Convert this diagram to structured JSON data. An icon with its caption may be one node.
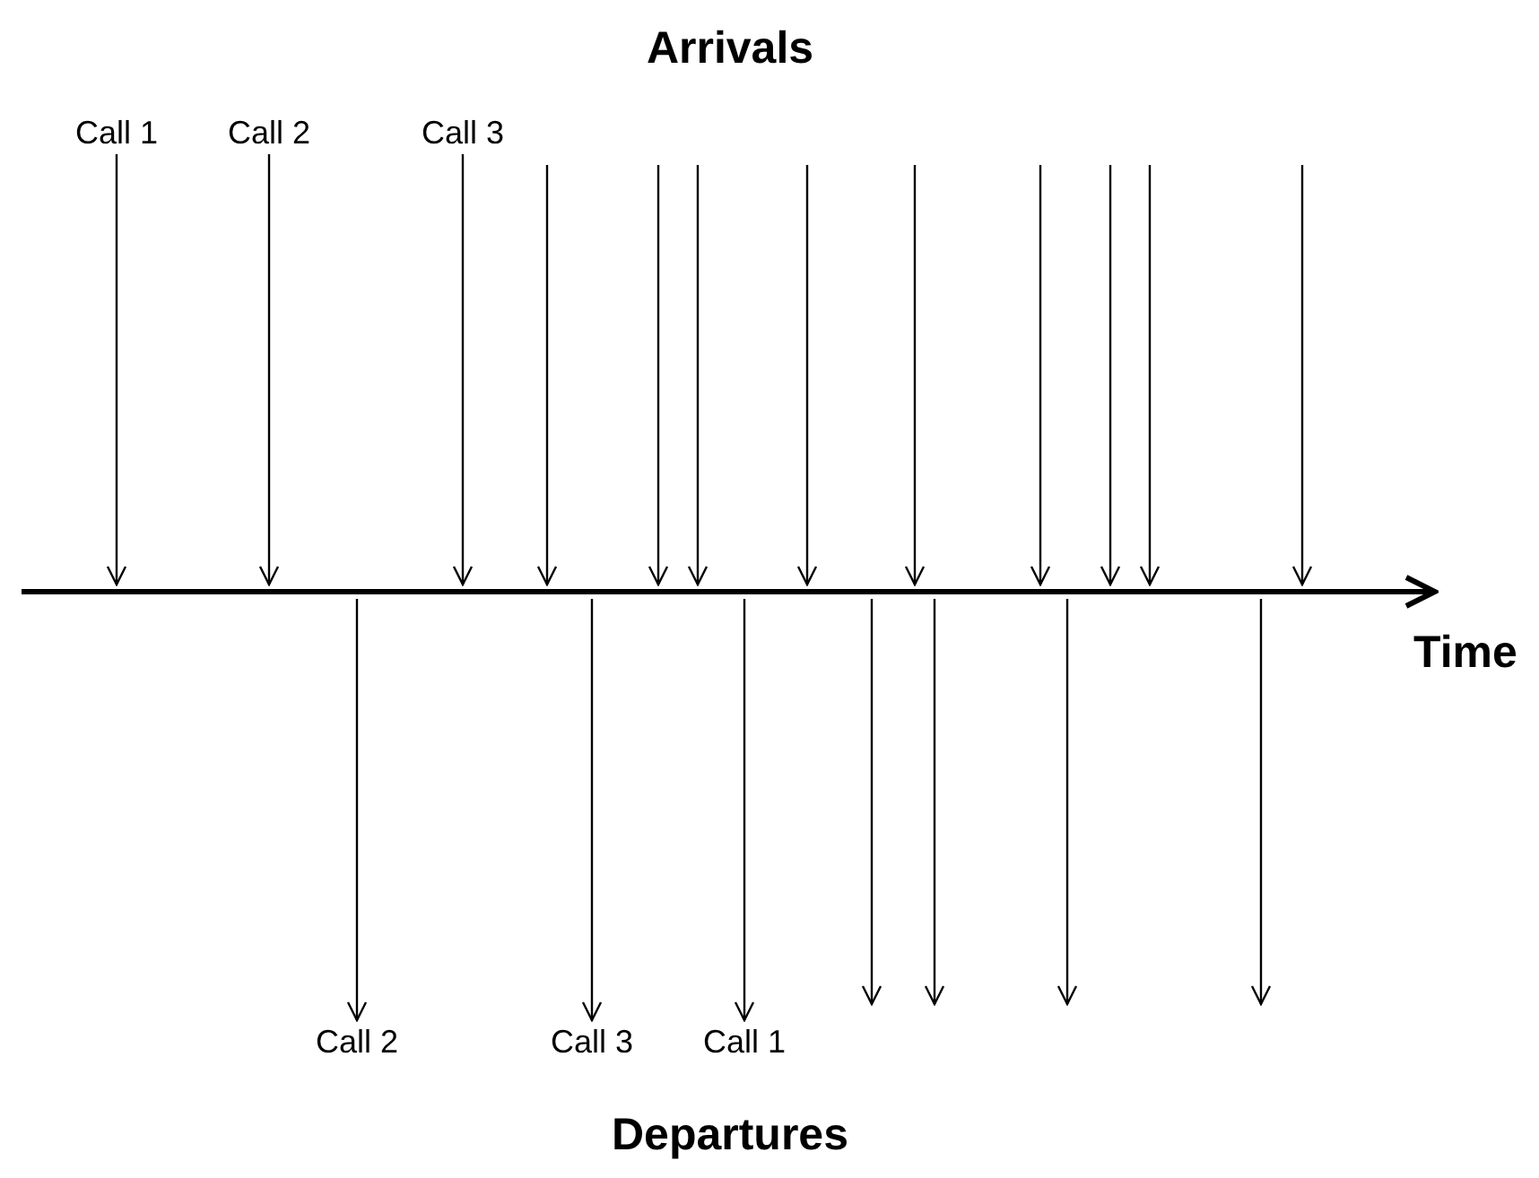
{
  "diagram": {
    "nodes": [
      {
        "text": [],
        "shape": "bar"
      },
      {
        "text": [
          "Call 1"
        ]
      },
      {
        "text": [
          "Call 2"
        ]
      },
      {
        "text": [
          "Call 3"
        ]
      },
      {
        "text": [
          "Call 2"
        ]
      },
      {
        "text": [
          "Call 3"
        ]
      },
      {
        "text": [
          "Call 1"
        ]
      }
    ],
    "edges": [
      {
        "from": 1,
        "to": 0,
        "arrow": "to"
      },
      {
        "from": 2,
        "to": 0,
        "arrow": "to"
      },
      {
        "from": 3,
        "to": 0,
        "arrow": "to"
      },
      {
        "from": null,
        "to": 0,
        "arrow": "to"
      },
      {
        "from": null,
        "to": 0,
        "arrow": "to"
      },
      {
        "from": null,
        "to": 0,
        "arrow": "to"
      },
      {
        "from": null,
        "to": 0,
        "arrow": "to"
      },
      {
        "from": null,
        "to": 0,
        "arrow": "to"
      },
      {
        "from": null,
        "to": 0,
        "arrow": "to"
      },
      {
        "from": null,
        "to": 0,
        "arrow": "to"
      },
      {
        "from": null,
        "to": 0,
        "arrow": "to"
      },
      {
        "from": null,
        "to": 0,
        "arrow": "to"
      },
      {
        "from": 0,
        "to": 4,
        "arrow": "to"
      },
      {
        "from": 0,
        "to": 5,
        "arrow": "to"
      },
      {
        "from": 0,
        "to": 6,
        "arrow": "to"
      },
      {
        "from": 0,
        "to": null,
        "arrow": "to"
      },
      {
        "from": 0,
        "to": null,
        "arrow": "to"
      },
      {
        "from": 0,
        "to": null,
        "arrow": "to"
      },
      {
        "from": 0,
        "to": null,
        "arrow": "to"
      }
    ],
    "labels": [
      "Arrivals",
      "Time",
      "Departures"
    ]
  }
}
